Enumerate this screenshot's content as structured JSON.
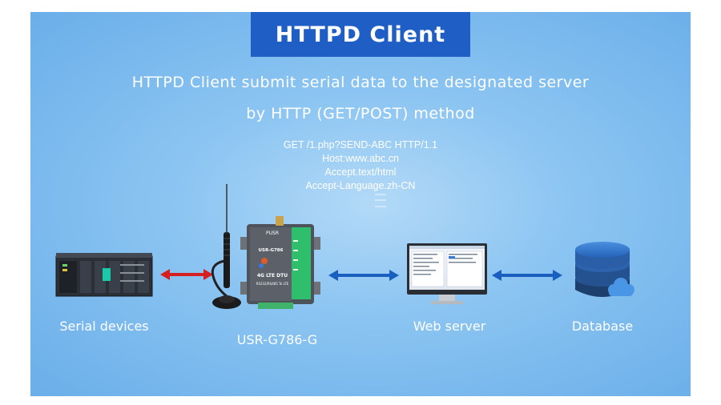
{
  "title": "HTTPD Client",
  "subtitle_line1": "HTTPD Client submit serial data to the designated server",
  "subtitle_line2": "by HTTP (GET/POST) method",
  "request_lines": [
    "GET /1.php?SEND-ABC HTTP/1.1",
    "Host:www.abc.cn",
    "Accept.text/html",
    "Accept-Language.zh-CN"
  ],
  "device": {
    "brand": "PUSR",
    "model": "USR-G786",
    "type": "4G LTE DTU",
    "desc": "RS232/RS485 To LTE"
  },
  "nodes": {
    "serial_devices": "Serial devices",
    "dtu": "USR-G786-G",
    "web_server": "Web server",
    "database": "Database"
  },
  "colors": {
    "title_bg": "#1f5fc5",
    "arrow_red": "#d62020",
    "arrow_blue": "#1a5fc0"
  }
}
